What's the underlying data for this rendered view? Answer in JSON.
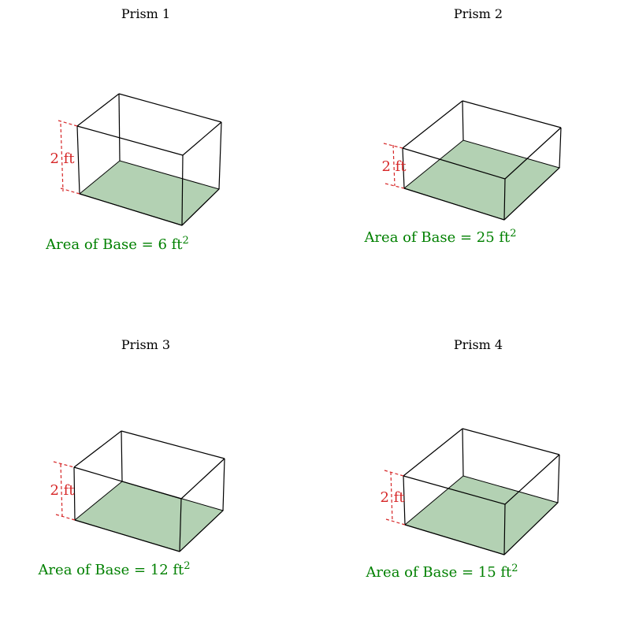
{
  "colors": {
    "edge": "#000000",
    "base_fill": "#b3d1b3",
    "height_marker": "#d62728",
    "area_text": "#008000"
  },
  "prisms": [
    {
      "title": "Prism 1",
      "height_label": "2 ft",
      "area_prefix": "Area of Base = 6 ft",
      "area_exponent": "2"
    },
    {
      "title": "Prism 2",
      "height_label": "2 ft",
      "area_prefix": "Area of Base = 25 ft",
      "area_exponent": "2"
    },
    {
      "title": "Prism 3",
      "height_label": "2 ft",
      "area_prefix": "Area of Base = 12 ft",
      "area_exponent": "2"
    },
    {
      "title": "Prism 4",
      "height_label": "2 ft",
      "area_prefix": "Area of Base = 15 ft",
      "area_exponent": "2"
    }
  ]
}
